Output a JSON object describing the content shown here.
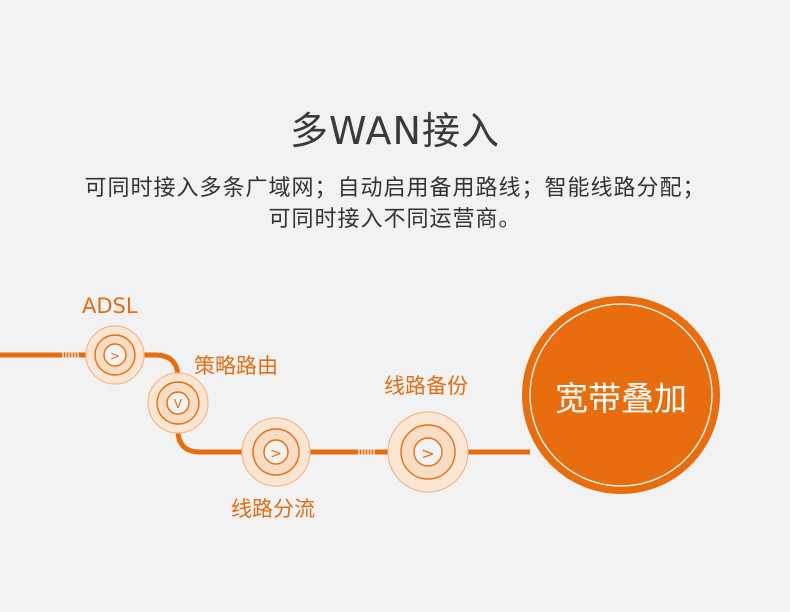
{
  "heading": {
    "title": "多WAN接入",
    "line1": "可同时接入多条广域网；自动启用备用路线；智能线路分配；",
    "line2": "可同时接入不同运营商。"
  },
  "diagram": {
    "label_adsl": "ADSL",
    "label_policy": "策略路由",
    "label_backup": "线路备份",
    "label_split": "线路分流",
    "center_label": "宽带叠加",
    "node_right_glyph": ">",
    "node_down_glyph": "V",
    "accent_color": "#e86d0f",
    "light_ring_color": "#f3b98a",
    "background_color": "#f2f2f2"
  }
}
